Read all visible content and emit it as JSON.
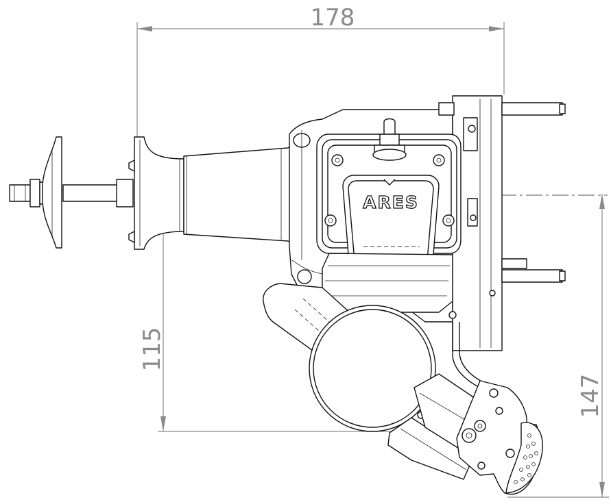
{
  "drawing": {
    "dimensions": {
      "overall_width": "178",
      "left_height": "115",
      "right_height": "147"
    },
    "logo": "ARES",
    "colors": {
      "dimension": "#8a8a8a",
      "outline": "#111111",
      "background": "#ffffff"
    }
  }
}
